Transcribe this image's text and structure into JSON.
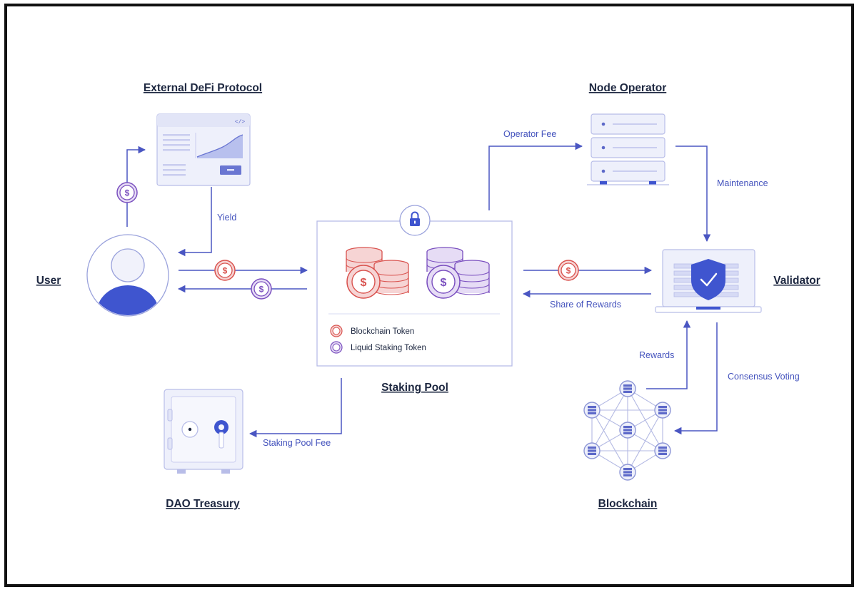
{
  "labels": {
    "external_defi": "External DeFi Protocol",
    "node_operator": "Node Operator",
    "user": "User",
    "validator": "Validator",
    "staking_pool": "Staking Pool",
    "dao_treasury": "DAO Treasury",
    "blockchain": "Blockchain"
  },
  "flows": {
    "yield": "Yield",
    "operator_fee": "Operator Fee",
    "maintenance": "Maintenance",
    "share_of_rewards": "Share of Rewards",
    "rewards": "Rewards",
    "consensus_voting": "Consensus Voting",
    "staking_pool_fee": "Staking Pool Fee"
  },
  "legend": {
    "blockchain_token": "Blockchain Token",
    "liquid_staking_token": "Liquid Staking Token"
  },
  "icons": {
    "code": "</>",
    "coin_symbol": "$"
  },
  "colors": {
    "accent": "#4a56c2",
    "blockchain_token": "#d9534f",
    "liquid_staking_token": "#7a4fbf",
    "heading": "#1d2740"
  }
}
